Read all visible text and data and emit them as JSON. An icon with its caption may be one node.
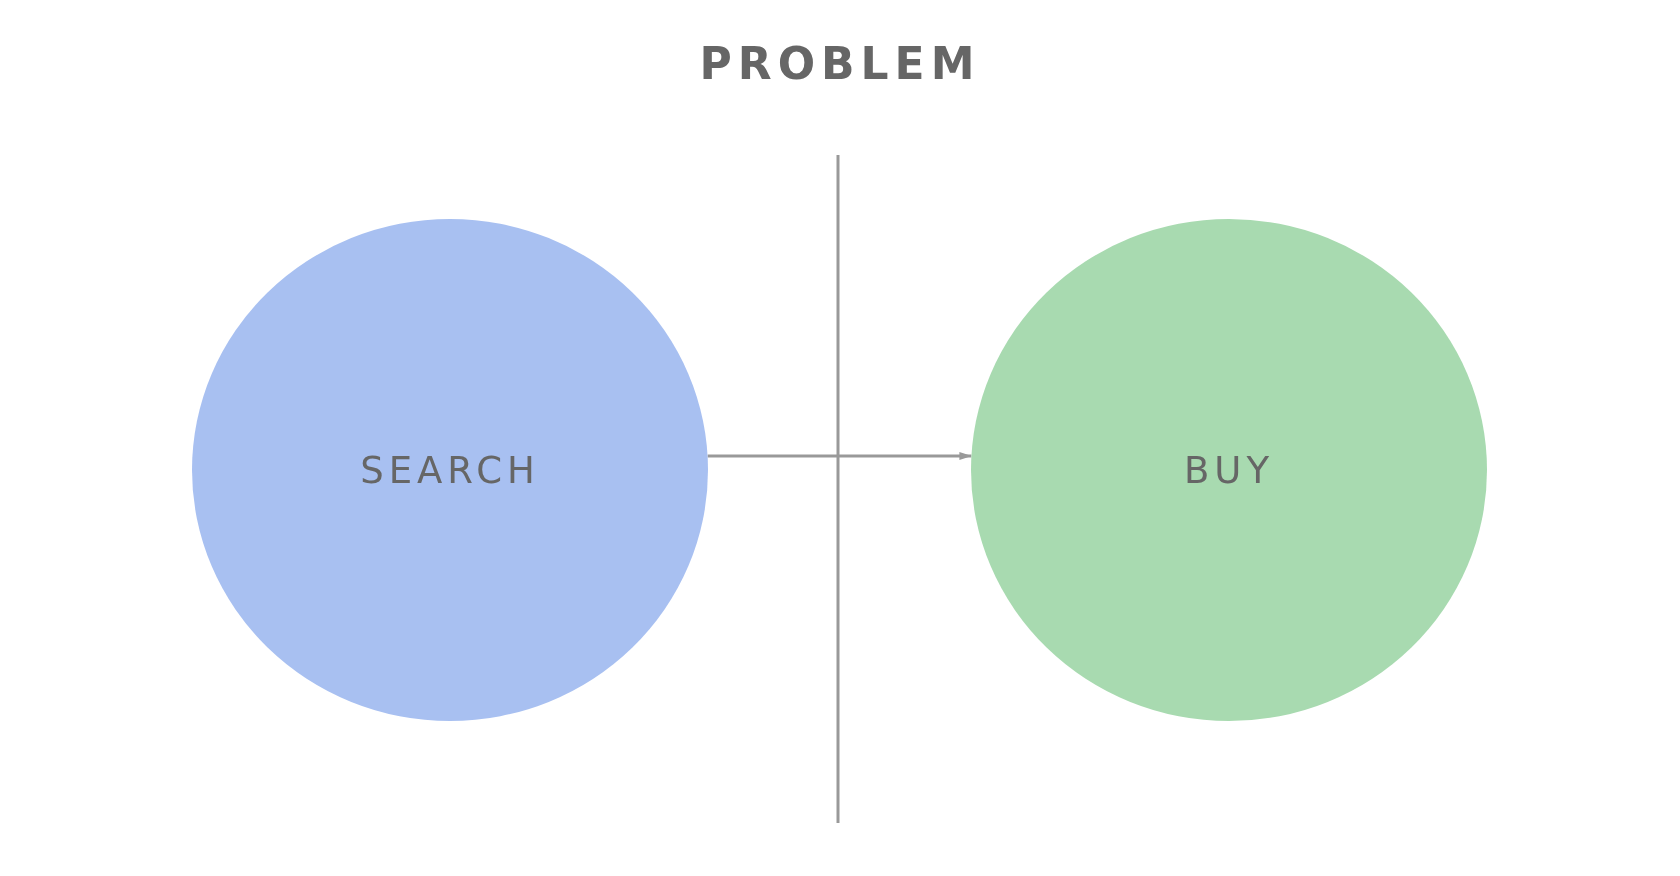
{
  "diagram": {
    "title": "PROBLEM",
    "nodes": [
      {
        "text": [
          "SEARCH"
        ]
      },
      {
        "text": [
          "BUY"
        ]
      }
    ],
    "edges": [
      {
        "from": 0,
        "to": 1,
        "arrow": "to"
      }
    ]
  }
}
